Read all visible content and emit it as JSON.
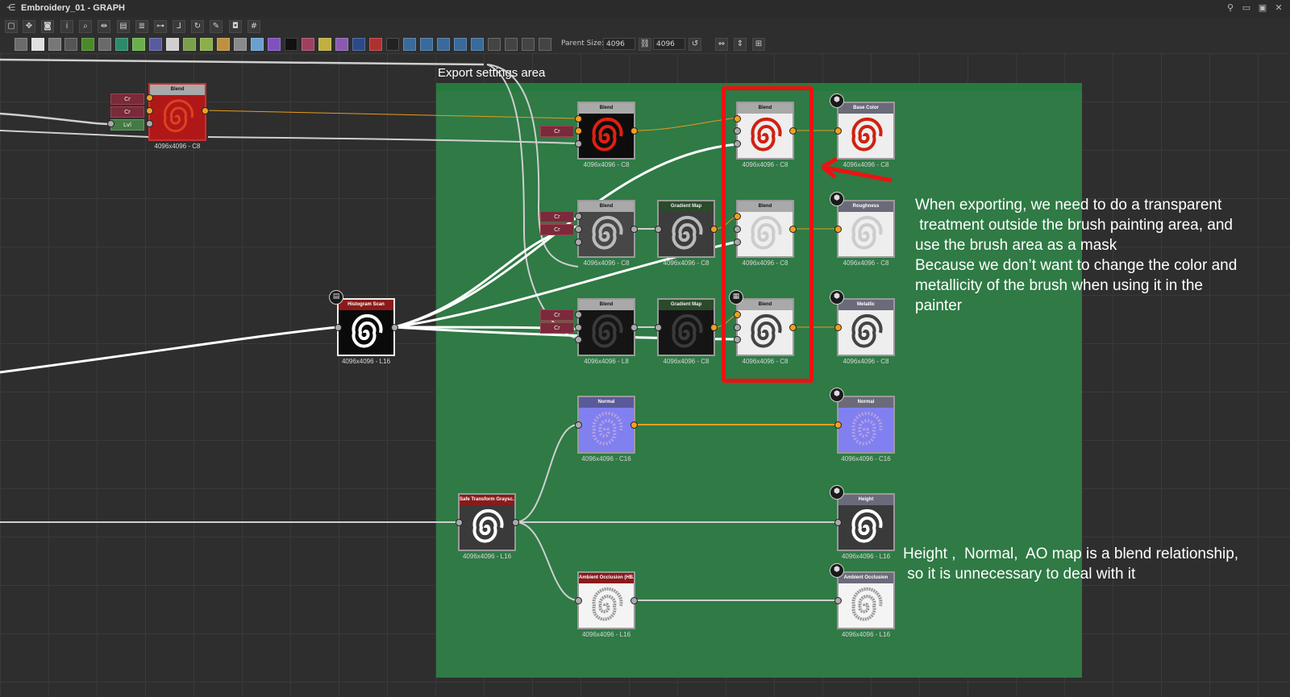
{
  "window": {
    "title": "Embroidery_01 - GRAPH"
  },
  "toolbar": {
    "parent_size_label": "Parent Size:",
    "parent_size_value": "4096",
    "size_value": "4096"
  },
  "frame": {
    "title": "Export settings area",
    "color": "#2f7a45"
  },
  "annotations": {
    "note1": [
      "When exporting, we need to do a transparent",
      " treatment outside the brush painting area, and",
      "use the brush area as a mask",
      "Because we don’t want to change the color and",
      "metallicity of the brush when using it in the",
      "painter"
    ],
    "note2": [
      "Height ,  Normal,  AO map is a blend relationship,",
      " so it is unnecessary to deal with it"
    ],
    "highlight_color": "#ee1111"
  },
  "nodes": {
    "blend_left": {
      "title": "Blend",
      "caption": "4096x4096 - C8"
    },
    "blend_r1": {
      "title": "Blend",
      "caption": "4096x4096 - C8"
    },
    "blend_r2": {
      "title": "Blend",
      "caption": "4096x4096 - C8"
    },
    "blend_r3": {
      "title": "Blend",
      "caption": "4096x4096 - L8"
    },
    "gradient_r2": {
      "title": "Gradient Map",
      "caption": "4096x4096 - C8"
    },
    "gradient_r3": {
      "title": "Gradient Map",
      "caption": "4096x4096 - C8"
    },
    "blend_mask_r1": {
      "title": "Blend",
      "caption": "4096x4096 - C8"
    },
    "blend_mask_r2": {
      "title": "Blend",
      "caption": "4096x4096 - C8"
    },
    "blend_mask_r3": {
      "title": "Blend",
      "caption": "4096x4096 - C8"
    },
    "out_basecolor": {
      "title": "Base Color",
      "caption": "4096x4096 - C8"
    },
    "out_roughness": {
      "title": "Roughness",
      "caption": "4096x4096 - C8"
    },
    "out_metallic": {
      "title": "Metallic",
      "caption": "4096x4096 - C8"
    },
    "histogram_scan": {
      "title": "Histogram Scan",
      "caption": "4096x4096 - L16"
    },
    "normal": {
      "title": "Normal",
      "caption": "4096x4096 - C16"
    },
    "out_normal": {
      "title": "Normal",
      "caption": "4096x4096 - C16"
    },
    "safe_transform": {
      "title": "Safe Transform Graysc...",
      "caption": "4096x4096 - L16"
    },
    "out_height": {
      "title": "Height",
      "caption": "4096x4096 - L16"
    },
    "ambient_occlusion": {
      "title": "Ambient Occlusion (HB...",
      "caption": "4096x4096 - L16"
    },
    "out_ao": {
      "title": "Ambient Occlusion",
      "caption": "4096x4096 - L16"
    }
  },
  "ports": {
    "cr": "Cr",
    "lvl": "Lvl"
  },
  "icons": {
    "graph": "graph-icon",
    "pin": "pin-icon",
    "maximize": "maximize-icon",
    "close": "close-icon",
    "output_badge": "output-cube-icon"
  }
}
